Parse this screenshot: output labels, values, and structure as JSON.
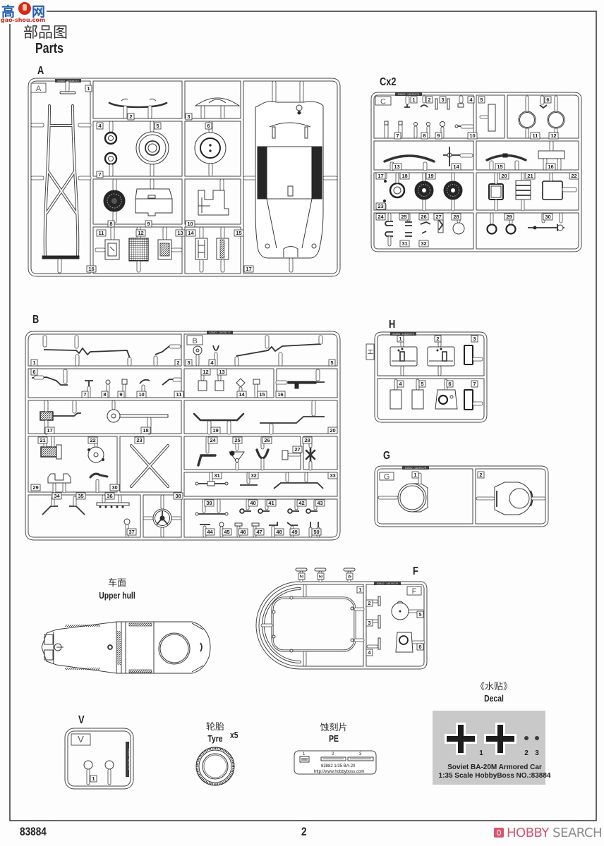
{
  "logo": {
    "char_left": "高",
    "char_right": "网",
    "domain": "gao-shou.com",
    "colors": {
      "blue": "#1f5fb8",
      "red": "#d8261c"
    }
  },
  "header": {
    "title_cn": "部品图",
    "title_en": "Parts"
  },
  "sprues": {
    "A": {
      "heading": "A",
      "tag": "A",
      "code": "83882-14839275",
      "parts": [
        "1",
        "2",
        "3",
        "4",
        "5",
        "6",
        "7",
        "8",
        "9",
        "10",
        "11",
        "12",
        "13",
        "14",
        "15",
        "16",
        "17"
      ]
    },
    "C": {
      "heading": "Cx2",
      "tag": "C",
      "code": "83882-14839276",
      "parts": [
        "1",
        "2",
        "3",
        "4",
        "5",
        "6",
        "7",
        "8",
        "9",
        "10",
        "11",
        "12",
        "13",
        "14",
        "15",
        "16",
        "17",
        "18",
        "19",
        "20",
        "21",
        "22",
        "23",
        "24",
        "25",
        "26",
        "27",
        "28",
        "29",
        "30",
        "31",
        "32"
      ]
    },
    "B": {
      "heading": "B",
      "tag": "B",
      "code": "83882-14839277",
      "parts": [
        "1",
        "2",
        "3",
        "4",
        "5",
        "6",
        "7",
        "8",
        "9",
        "10",
        "11",
        "12",
        "13",
        "14",
        "15",
        "16",
        "17",
        "18",
        "19",
        "20",
        "21",
        "22",
        "23",
        "24",
        "25",
        "26",
        "27",
        "28",
        "29",
        "30",
        "31",
        "32",
        "33",
        "34",
        "35",
        "36",
        "37",
        "38",
        "39",
        "40",
        "41",
        "42",
        "43",
        "44",
        "45",
        "46",
        "47",
        "48",
        "49",
        "50"
      ]
    },
    "H": {
      "heading": "H",
      "tag": "H",
      "code": "83884-14839279",
      "parts": [
        "1",
        "2",
        "3",
        "4",
        "5",
        "6",
        "7"
      ]
    },
    "G": {
      "heading": "G",
      "tag": "G",
      "code": "83882-14839276",
      "parts": [
        "1",
        "2"
      ]
    },
    "F": {
      "heading": "F",
      "tag": "F",
      "code": "83882-14839276",
      "parts": [
        "1",
        "2",
        "3",
        "4",
        "5",
        "6"
      ],
      "top_gate_parts": [
        "2",
        "3",
        "4"
      ]
    },
    "V": {
      "heading": "V",
      "tag": "V",
      "code": "83882-14839278",
      "parts": [
        "1"
      ]
    }
  },
  "upper_hull": {
    "title_cn": "车面",
    "title_en": "Upper hull"
  },
  "tyre": {
    "title_cn": "轮胎",
    "title_en": "Tyre",
    "quantity": "x5"
  },
  "photo_etch": {
    "title_cn": "蚀刻片",
    "title_en": "PE",
    "parts": [
      "1",
      "2",
      "3"
    ],
    "kit_line": "83882  1/35  BA-20",
    "url": "http://www.hobbyboss.com"
  },
  "decal": {
    "title_cn": "《水贴》",
    "title_en": "Decal",
    "markings": [
      "1",
      "2",
      "3"
    ],
    "line1": "Soviet BA-20M Armored Car",
    "line2": "1:35 Scale HobbyBoss  NO.:83884",
    "sheet_color": "#c9c9c9"
  },
  "footer": {
    "kit_number": "83884",
    "page_number": "2"
  },
  "watermark": {
    "brand": "HOBBY",
    "word": "SEARCH",
    "brand_color": "#d9546f",
    "word_color": "#8c8c8c"
  }
}
